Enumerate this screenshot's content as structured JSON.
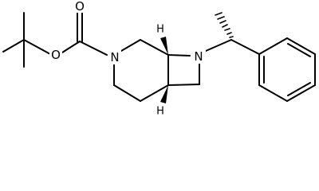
{
  "atoms": {
    "ester_oxygen": "O",
    "carbonyl_oxygen": "O",
    "ring_nitrogen": "N",
    "azetidine_nitrogen": "N",
    "stereo_h_top": "H",
    "stereo_h_bottom": "H"
  },
  "colors": {
    "bond": "#000000",
    "background": "#ffffff"
  }
}
